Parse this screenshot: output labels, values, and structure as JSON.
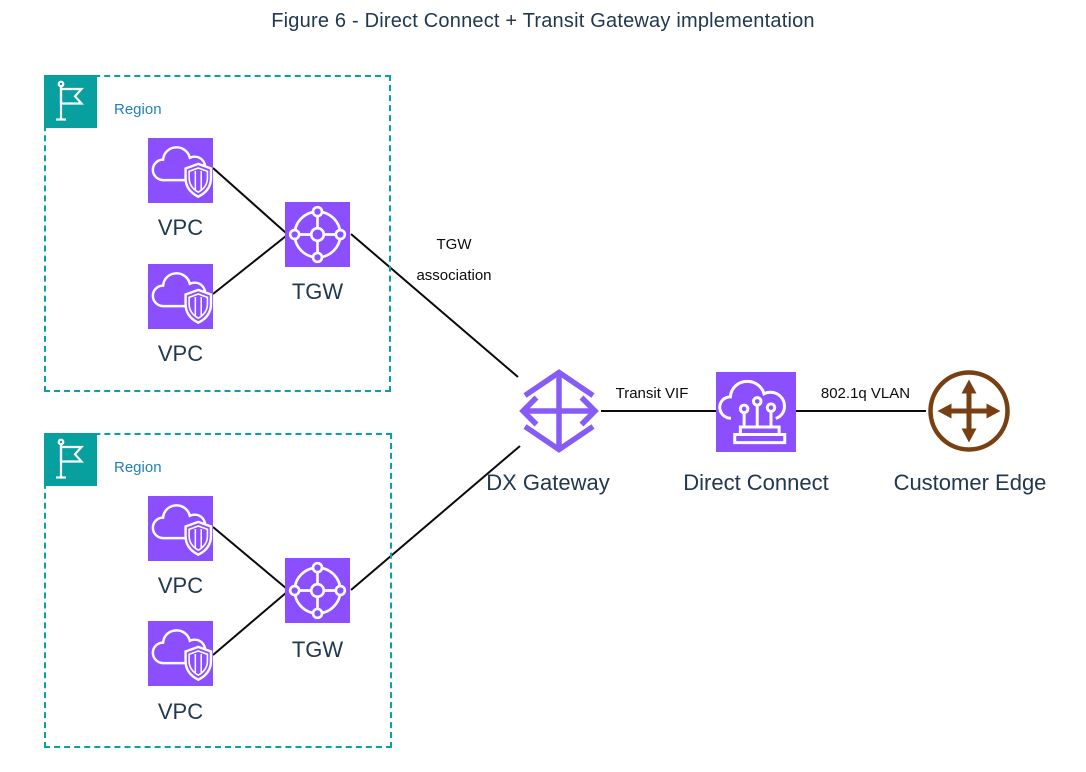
{
  "title": "Figure 6 - Direct Connect + Transit Gateway implementation",
  "colors": {
    "service_purple": "#8C4FFF",
    "dx_gateway_violet": "#875BF5",
    "region_teal": "#06A3A4",
    "region_label_blue": "#1F81B8",
    "customer_edge_brown": "#784012",
    "label_dark": "#21384E",
    "connector_black": "#0B0B0B"
  },
  "regions": [
    {
      "label": "Region",
      "vpc_top_label": "VPC",
      "vpc_bottom_label": "VPC",
      "tgw_label": "TGW"
    },
    {
      "label": "Region",
      "vpc_top_label": "VPC",
      "vpc_bottom_label": "VPC",
      "tgw_label": "TGW"
    }
  ],
  "nodes": {
    "dx_gateway_label": "DX Gateway",
    "direct_connect_label": "Direct Connect",
    "customer_edge_label": "Customer Edge"
  },
  "edge_labels": {
    "tgw_association_line1": "TGW",
    "tgw_association_line2": "association",
    "transit_vif": "Transit VIF",
    "vlan": "802.1q VLAN"
  },
  "icons": {
    "region_flag": "flag-icon",
    "vpc": "vpc-cloud-shield-icon",
    "tgw": "transit-gateway-icon",
    "dx_gateway": "dx-gateway-arrows-icon",
    "direct_connect": "direct-connect-cloud-icon",
    "customer_edge": "router-cross-arrows-icon"
  }
}
